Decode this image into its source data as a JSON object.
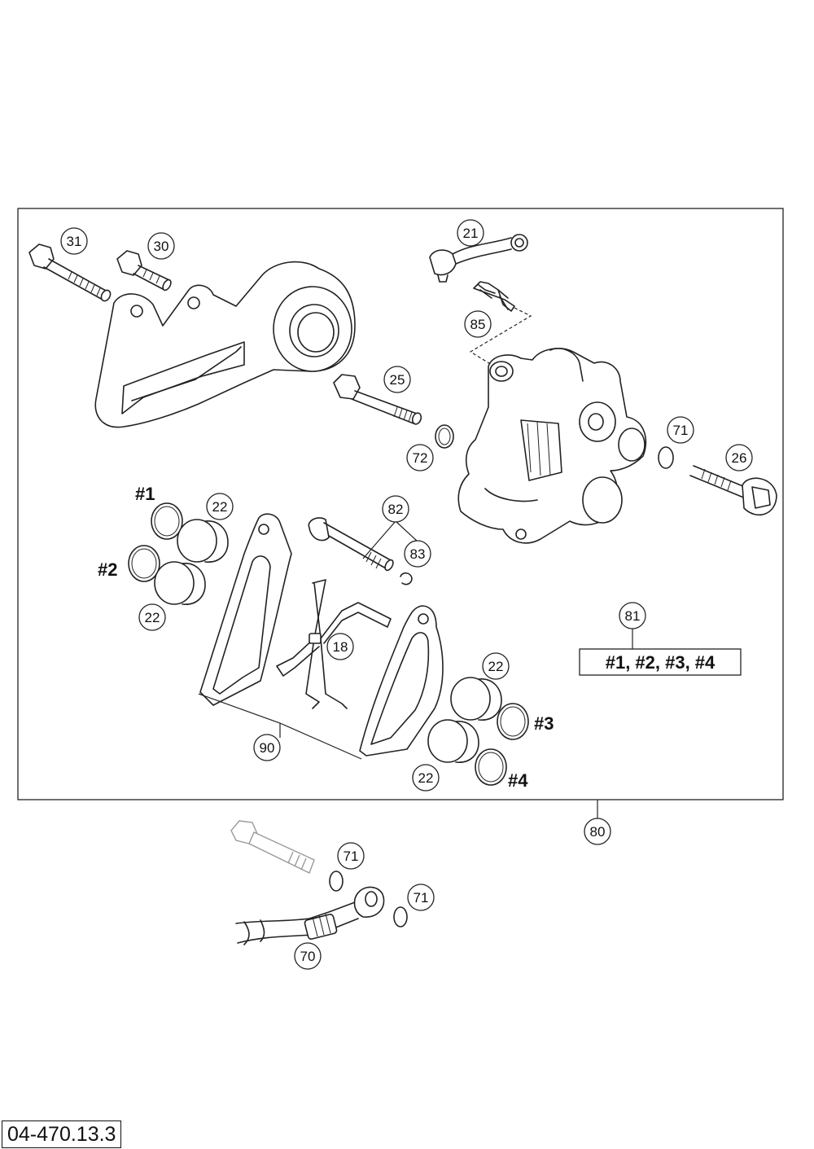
{
  "diagram": {
    "code": "04-470.13.3",
    "kit_label": "#1, #2, #3, #4",
    "callouts": {
      "c31": "31",
      "c30": "30",
      "c21": "21",
      "c85": "85",
      "c25": "25",
      "c72": "72",
      "c71a": "71",
      "c26": "26",
      "c22a": "22",
      "c22b": "22",
      "c82": "82",
      "c83": "83",
      "c18": "18",
      "c81": "81",
      "c22c": "22",
      "c90": "90",
      "c22d": "22",
      "c80": "80",
      "c71b": "71",
      "c71c": "71",
      "c70": "70"
    },
    "seal_labels": {
      "s1": "#1",
      "s2": "#2",
      "s3": "#3",
      "s4": "#4"
    }
  }
}
